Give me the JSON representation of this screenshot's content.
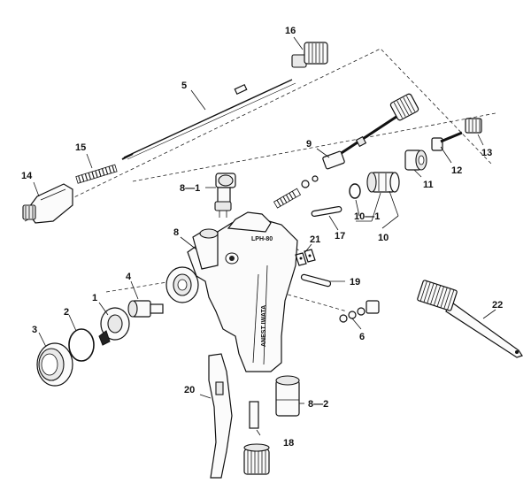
{
  "diagram": {
    "part_labels": [
      {
        "id": "p1",
        "text": "1"
      },
      {
        "id": "p2",
        "text": "2"
      },
      {
        "id": "p3",
        "text": "3"
      },
      {
        "id": "p4",
        "text": "4"
      },
      {
        "id": "p5",
        "text": "5"
      },
      {
        "id": "p6",
        "text": "6"
      },
      {
        "id": "p8",
        "text": "8"
      },
      {
        "id": "p8_1",
        "text": "8—1"
      },
      {
        "id": "p8_2",
        "text": "8—2"
      },
      {
        "id": "p9",
        "text": "9"
      },
      {
        "id": "p10",
        "text": "10"
      },
      {
        "id": "p10_1",
        "text": "10—1"
      },
      {
        "id": "p11",
        "text": "11"
      },
      {
        "id": "p12",
        "text": "12"
      },
      {
        "id": "p13",
        "text": "13"
      },
      {
        "id": "p14",
        "text": "14"
      },
      {
        "id": "p15",
        "text": "15"
      },
      {
        "id": "p16",
        "text": "16"
      },
      {
        "id": "p17",
        "text": "17"
      },
      {
        "id": "p18",
        "text": "18"
      },
      {
        "id": "p19",
        "text": "19"
      },
      {
        "id": "p20",
        "text": "20"
      },
      {
        "id": "p21",
        "text": "21"
      },
      {
        "id": "p22",
        "text": "22"
      }
    ],
    "body_markings": {
      "model": "LPH-80",
      "brand": "ANEST IWATA"
    }
  }
}
